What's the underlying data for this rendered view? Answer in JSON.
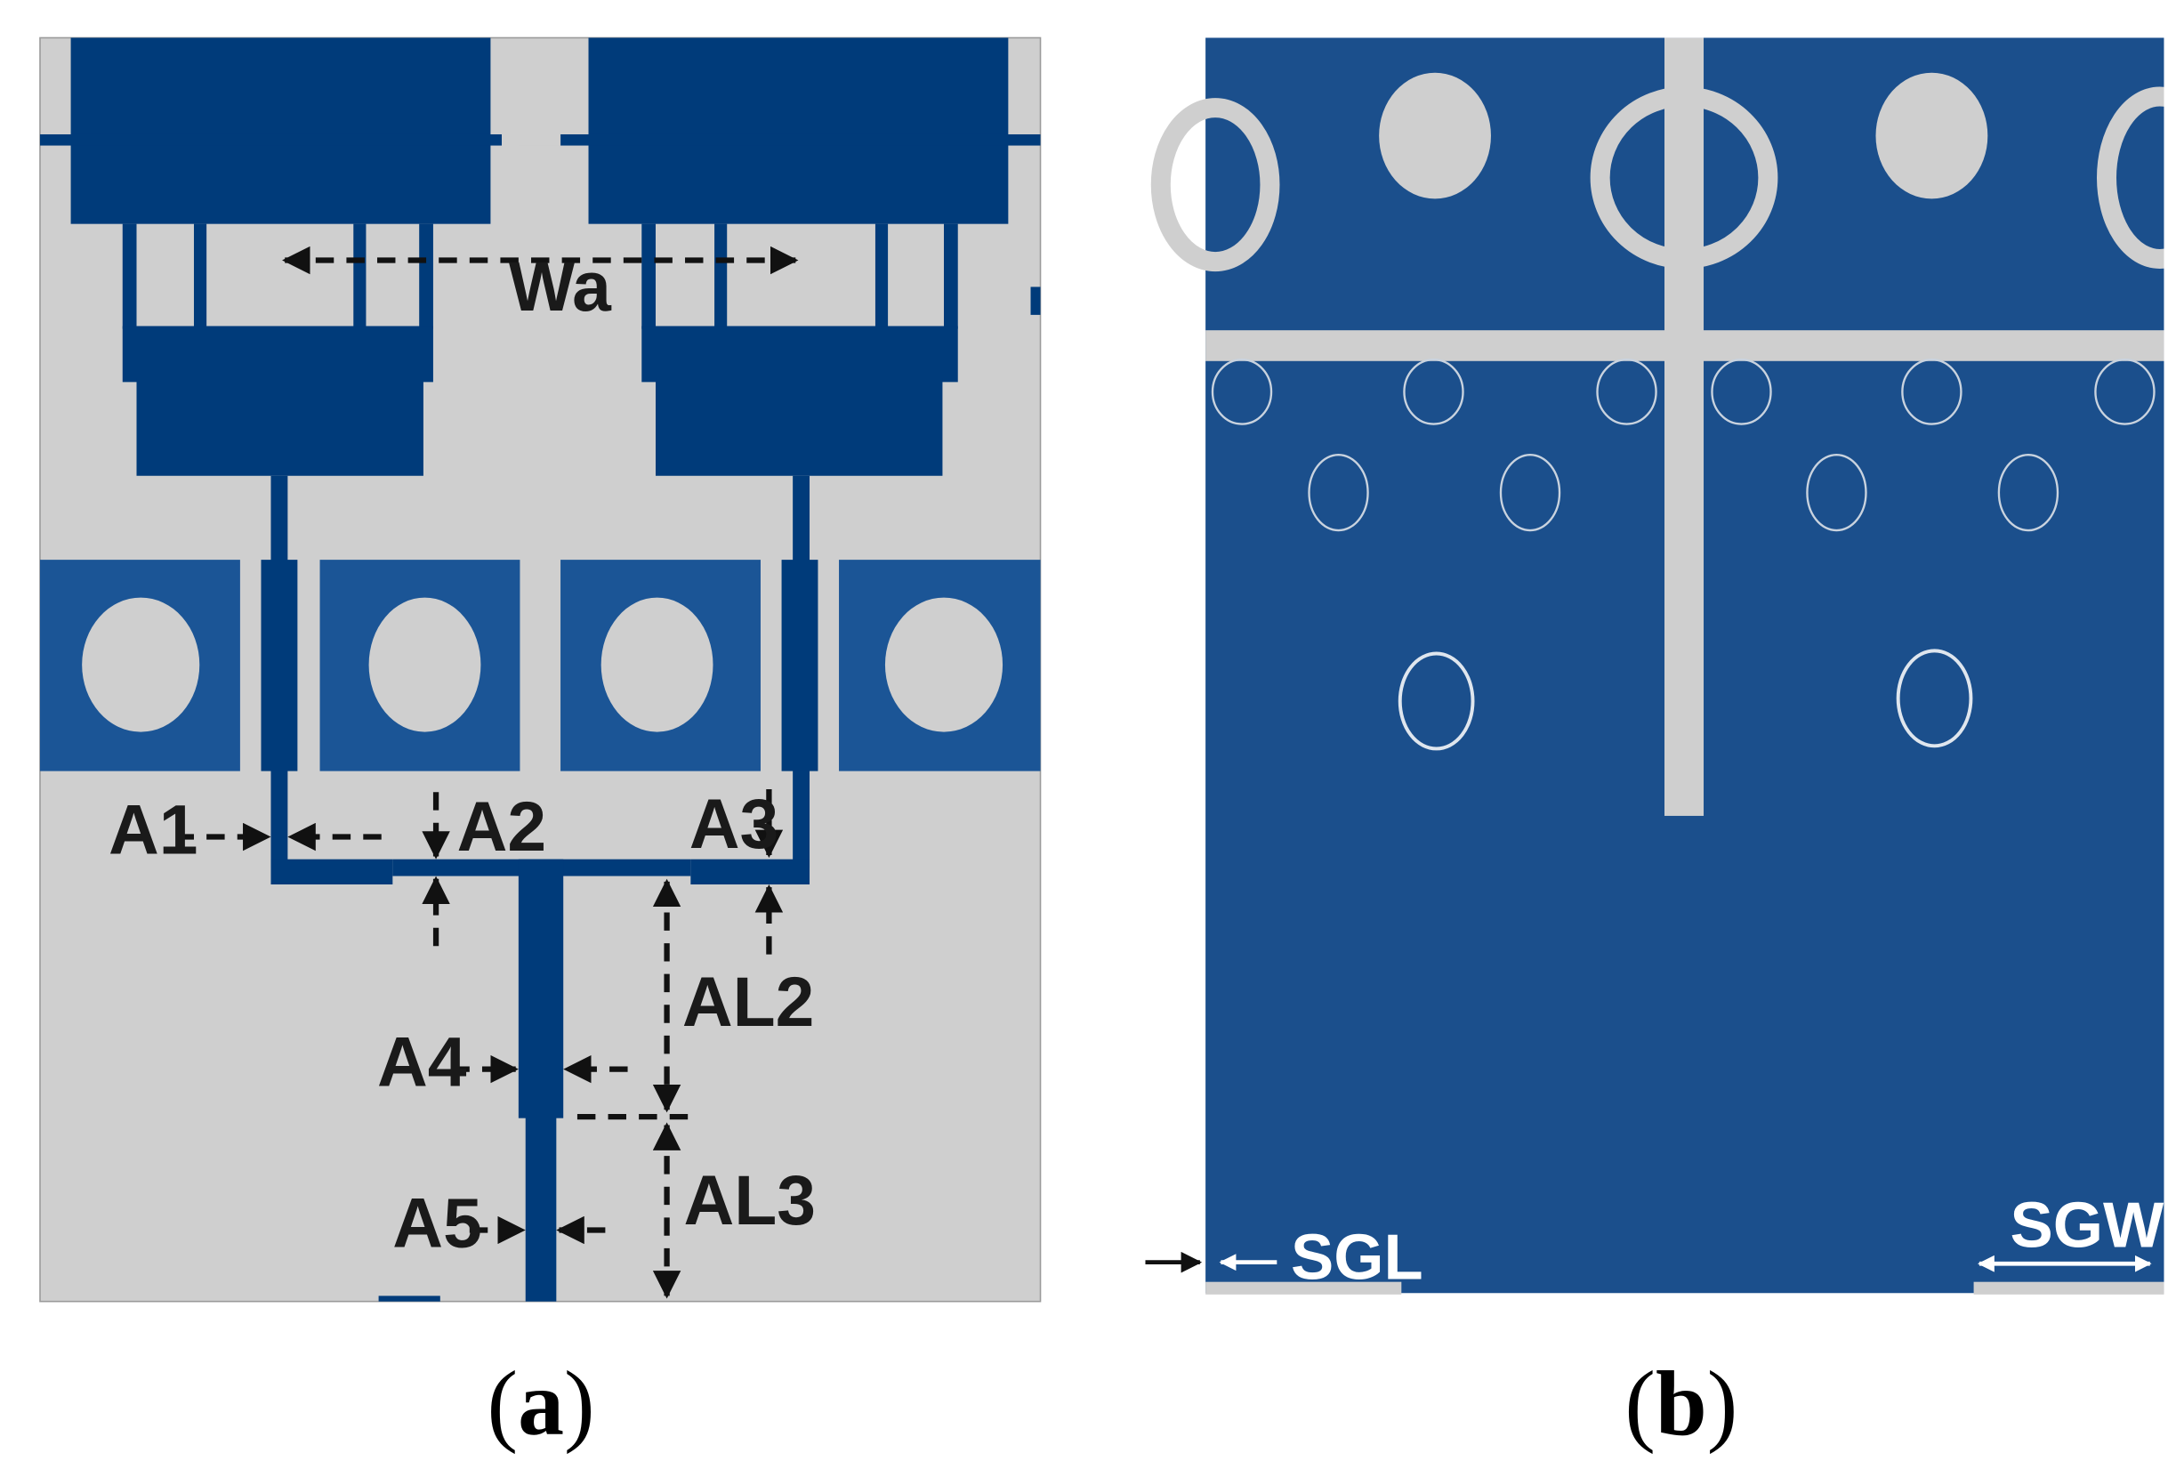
{
  "colors": {
    "copper": "#003b7a",
    "ground": "#1b4f8c",
    "substrate": "#cfcfcf",
    "dimension_line": "#111111",
    "ground_label": "#ffffff"
  },
  "panel_a": {
    "caption": {
      "open": "(",
      "letter": "a",
      "close": ")"
    },
    "labels": {
      "wa": "Wa",
      "a1": "A1",
      "a2": "A2",
      "a3": "A3",
      "a4": "A4",
      "a5": "A5",
      "al2": "AL2",
      "al3": "AL3"
    }
  },
  "panel_b": {
    "caption": {
      "open": "(",
      "letter": "b",
      "close": ")"
    },
    "labels": {
      "sgl": "SGL",
      "sgw": "SGW"
    }
  }
}
